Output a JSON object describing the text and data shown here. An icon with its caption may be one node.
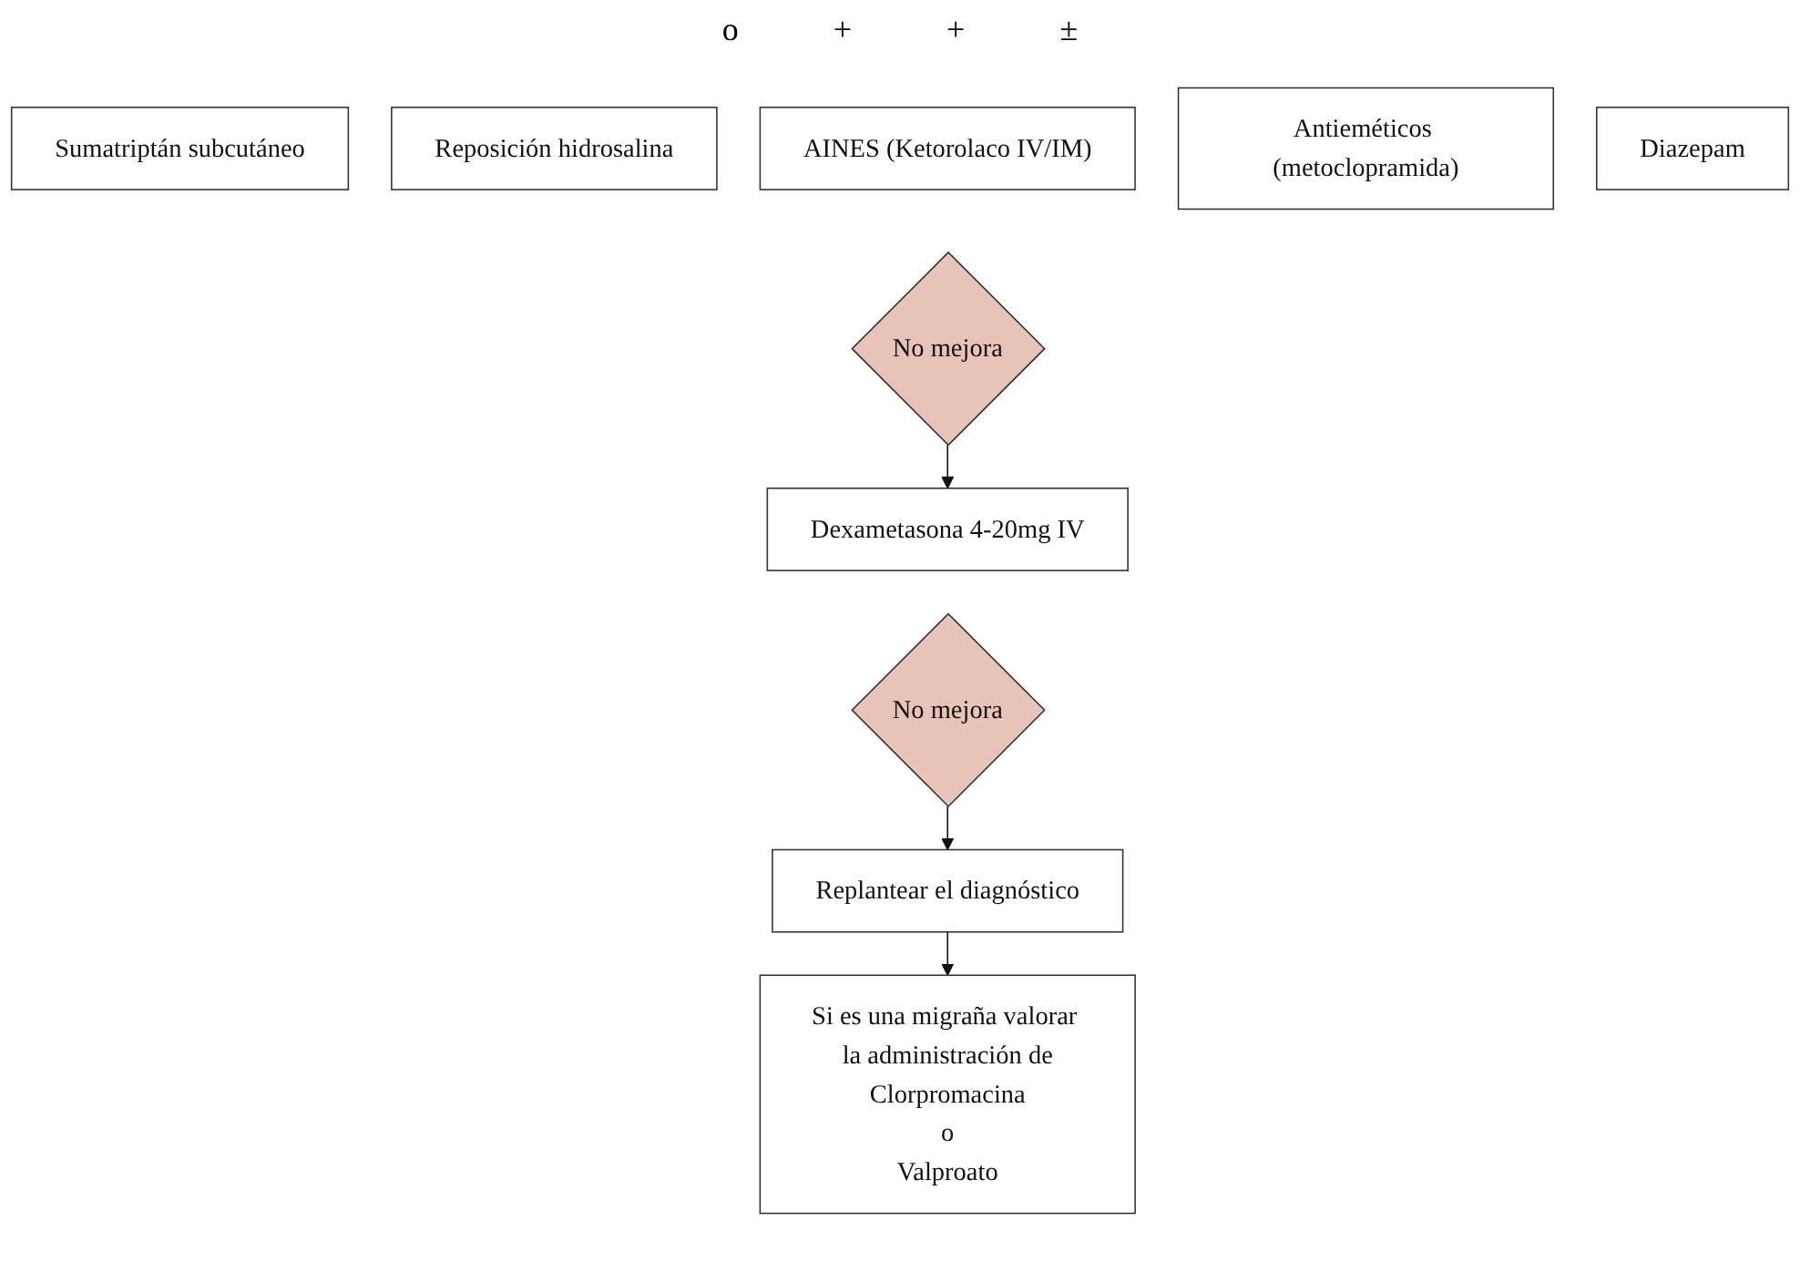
{
  "diagram": {
    "nodes": [
      {
        "text": [
          "Sumatriptán subcutáneo"
        ]
      },
      {
        "text": [
          "Reposición hidrosalina"
        ]
      },
      {
        "text": [
          "AINES (Ketorolaco IV/IM)"
        ]
      },
      {
        "text": [
          "Antieméticos (metoclopramida)"
        ]
      },
      {
        "text": [
          "Diazepam"
        ]
      },
      {
        "text": [
          "No mejora"
        ]
      },
      {
        "text": [
          "Dexametasona 4-20mg IV"
        ]
      },
      {
        "text": [
          "No mejora"
        ]
      },
      {
        "text": [
          "Replantear el diagnóstico"
        ]
      },
      {
        "text": [
          "Si es una migraña valorar la administración de",
          "Clorpromacina",
          "o",
          "Valproato"
        ]
      }
    ],
    "edges": [
      {
        "from": 5,
        "to": 6,
        "arrow": "to"
      },
      {
        "from": 7,
        "to": 8,
        "arrow": "to"
      },
      {
        "from": 8,
        "to": 9,
        "arrow": "to"
      }
    ],
    "labels": [
      "o",
      "+",
      "+",
      "±"
    ]
  }
}
